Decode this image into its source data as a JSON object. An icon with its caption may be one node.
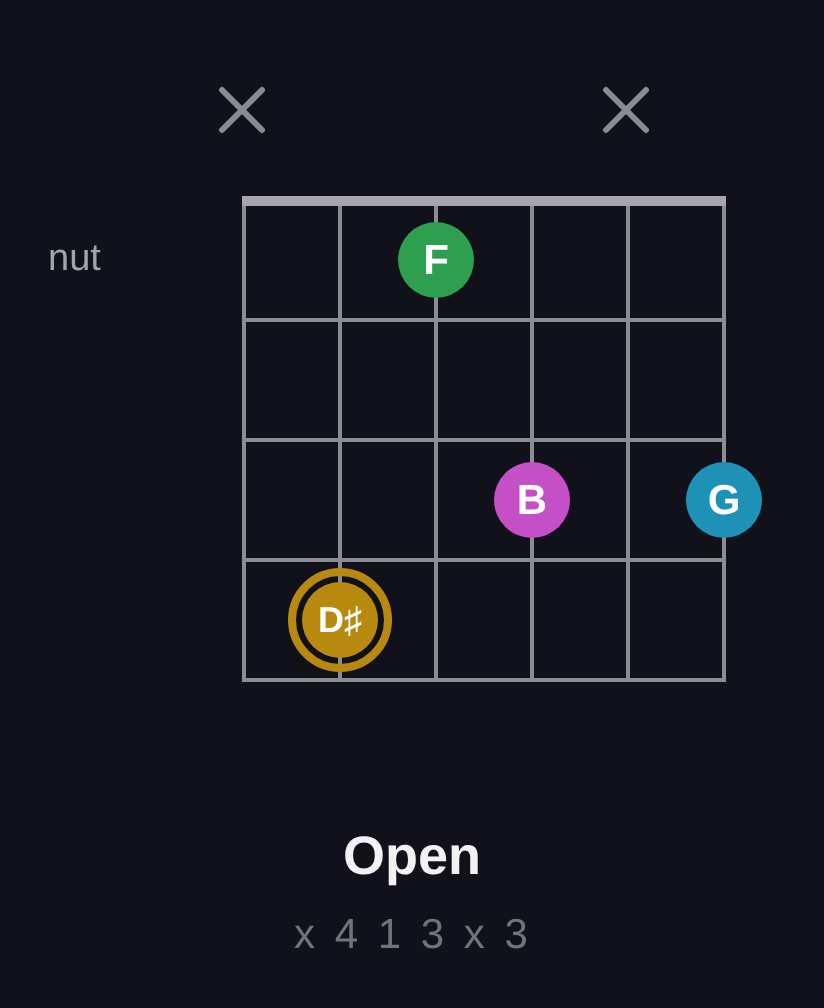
{
  "diagram": {
    "title": "Open",
    "nodes": [
      {
        "text": [
          "F"
        ]
      },
      {
        "text": [
          "B"
        ]
      },
      {
        "text": [
          "G"
        ]
      },
      {
        "text": [
          "D♯"
        ]
      }
    ],
    "labels": [
      "nut",
      "x 4 1 3 x 3"
    ]
  }
}
